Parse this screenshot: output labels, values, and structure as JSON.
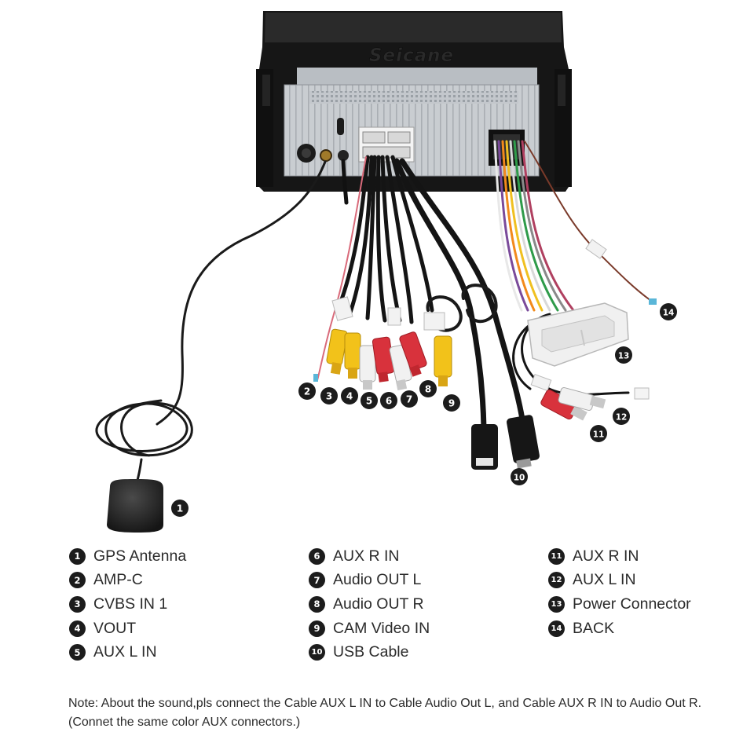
{
  "brand": {
    "text": "Seicane"
  },
  "callouts": [
    "1",
    "2",
    "3",
    "4",
    "5",
    "6",
    "7",
    "8",
    "9",
    "10",
    "11",
    "12",
    "13",
    "14"
  ],
  "legend": {
    "col1": [
      {
        "num": "1",
        "label": "GPS Antenna"
      },
      {
        "num": "2",
        "label": "AMP-C"
      },
      {
        "num": "3",
        "label": "CVBS IN 1"
      },
      {
        "num": "4",
        "label": "VOUT"
      },
      {
        "num": "5",
        "label": "AUX L IN"
      }
    ],
    "col2": [
      {
        "num": "6",
        "label": "AUX R IN"
      },
      {
        "num": "7",
        "label": "Audio OUT L"
      },
      {
        "num": "8",
        "label": "Audio OUT R"
      },
      {
        "num": "9",
        "label": "CAM Video IN"
      },
      {
        "num": "10",
        "label": "USB Cable"
      }
    ],
    "col3": [
      {
        "num": "11",
        "label": "AUX R IN"
      },
      {
        "num": "12",
        "label": "AUX L IN"
      },
      {
        "num": "13",
        "label": "Power Connector"
      },
      {
        "num": "14",
        "label": "BACK"
      }
    ]
  },
  "note": "Note: About the sound,pls connect the Cable AUX L IN to Cable Audio Out L, and Cable AUX R IN to Audio Out R.(Connet the same color AUX connectors.)",
  "colors": {
    "rca_yellow": "#f2c21a",
    "rca_red": "#d8323c",
    "rca_white": "#f1f1f1",
    "cable_black": "#1a1a1a",
    "chassis_silver": "#c8ccd0",
    "callout_black": "#1c1c1c"
  }
}
